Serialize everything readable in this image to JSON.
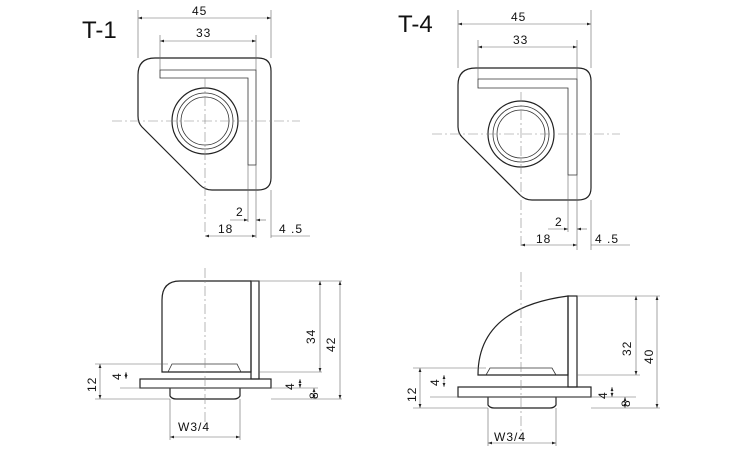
{
  "t1": {
    "title": "T-1",
    "plan": {
      "width_outer": "45",
      "width_inner": "33",
      "offset": "18",
      "thickness": "2",
      "edge": "4 .5"
    },
    "side": {
      "height_body": "34",
      "height_total": "42",
      "base_left": "12",
      "flange_left": "4",
      "flange_right": "4",
      "base_right": "8",
      "thread": "W3/4"
    }
  },
  "t4": {
    "title": "T-4",
    "plan": {
      "width_outer": "45",
      "width_inner": "33",
      "offset": "18",
      "thickness": "2",
      "edge": "4 .5"
    },
    "side": {
      "height_body": "32",
      "height_total": "40",
      "base_left": "12",
      "flange_left": "4",
      "flange_right": "4",
      "base_right": "8",
      "thread": "W3/4"
    }
  }
}
